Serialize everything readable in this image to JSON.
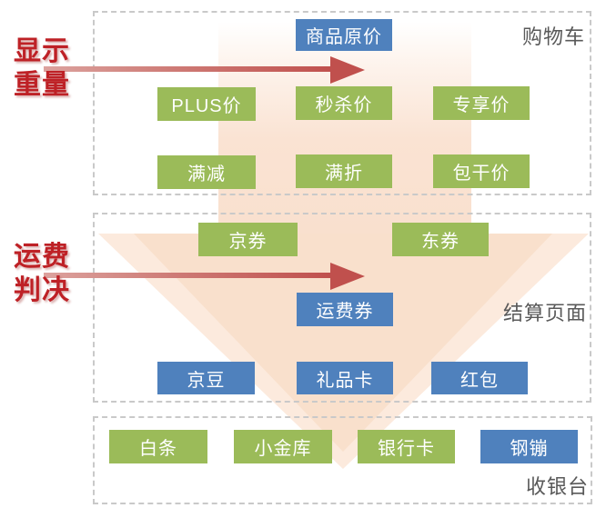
{
  "colors": {
    "green": "#9BBB59",
    "blue": "#4F81BD",
    "funnel-light": "#FCEADD",
    "funnel-deep": "#F6D7BE",
    "arrow-red": "#C0504D",
    "arrow-red-light": "#DCA29E",
    "label-red": "#BE2126",
    "section-gray": "#595959",
    "dash-gray": "#C9C9C9"
  },
  "annotations": {
    "display_weight": {
      "line1": "显示",
      "line2": "重量"
    },
    "shipping_verdict": {
      "line1": "运费",
      "line2": "判决"
    }
  },
  "sections": [
    {
      "id": "cart",
      "label": "购物车",
      "items": [
        {
          "label": "商品原价",
          "color": "blue"
        },
        {
          "label": "PLUS价",
          "color": "green"
        },
        {
          "label": "秒杀价",
          "color": "green"
        },
        {
          "label": "专享价",
          "color": "green"
        },
        {
          "label": "满减",
          "color": "green"
        },
        {
          "label": "满折",
          "color": "green"
        },
        {
          "label": "包干价",
          "color": "green"
        }
      ]
    },
    {
      "id": "checkout",
      "label": "结算页面",
      "items": [
        {
          "label": "京券",
          "color": "green"
        },
        {
          "label": "东券",
          "color": "green"
        },
        {
          "label": "运费券",
          "color": "blue"
        },
        {
          "label": "京豆",
          "color": "blue"
        },
        {
          "label": "礼品卡",
          "color": "blue"
        },
        {
          "label": "红包",
          "color": "blue"
        }
      ]
    },
    {
      "id": "cashier",
      "label": "收银台",
      "items": [
        {
          "label": "白条",
          "color": "green"
        },
        {
          "label": "小金库",
          "color": "green"
        },
        {
          "label": "银行卡",
          "color": "green"
        },
        {
          "label": "钢镚",
          "color": "blue"
        }
      ]
    }
  ]
}
